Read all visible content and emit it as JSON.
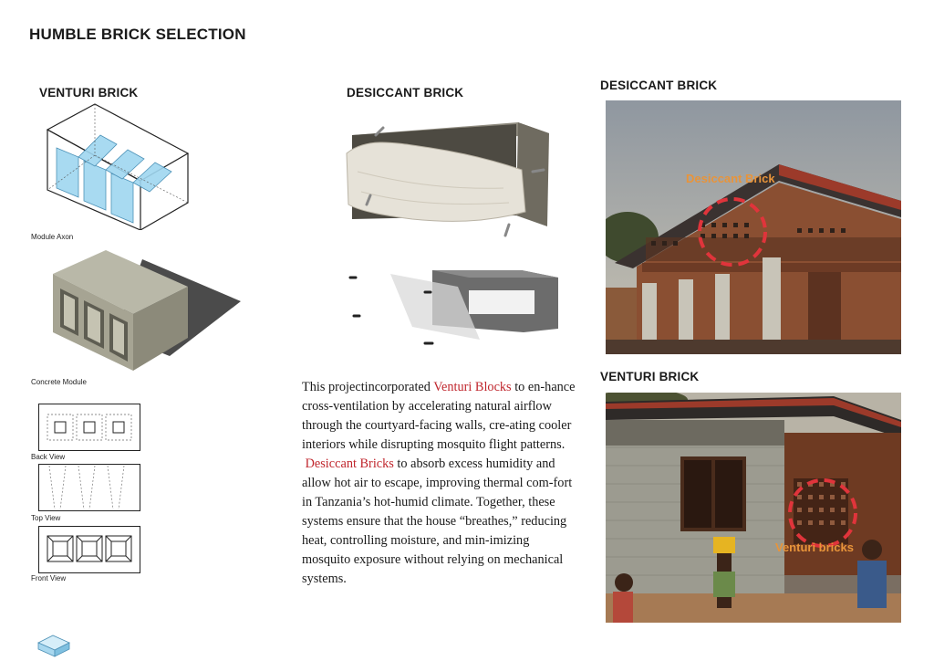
{
  "page_title": "HUMBLE BRICK SELECTION",
  "venturi_column": {
    "heading": "VENTURI  BRICK",
    "captions": {
      "axon": "Module Axon",
      "concrete": "Concrete Module",
      "back": "Back View",
      "top": "Top View",
      "front": "Front View"
    }
  },
  "desiccant_column": {
    "heading": "DESICCANT BRICK"
  },
  "body": {
    "p1_a": "This projectincorporated ",
    "p1_hl": "Venturi Blocks",
    "p1_b": " to en-hance cross-ventilation by accelerating natural airflow through the courtyard-facing walls, cre-ating cooler interiors while disrupting mosquito flight patterns.",
    "p2_hl": "Desiccant Bricks",
    "p2_b": " to absorb excess humidity and allow hot air to escape, improving thermal com-fort in Tanzania’s hot-humid climate. Together, these systems ensure that the house “breathes,” reducing heat, controlling moisture, and min-imizing mosquito exposure without relying on mechanical systems."
  },
  "photos": {
    "desiccant": {
      "heading": "DESICCANT BRICK",
      "label": "Desiccant Brick"
    },
    "venturi": {
      "heading": "VENTURI  BRICK",
      "label": "Venturi bricks"
    }
  },
  "colors": {
    "highlight": "#c0262d",
    "overlay_label": "#e8943a",
    "circle": "#e0343b"
  }
}
